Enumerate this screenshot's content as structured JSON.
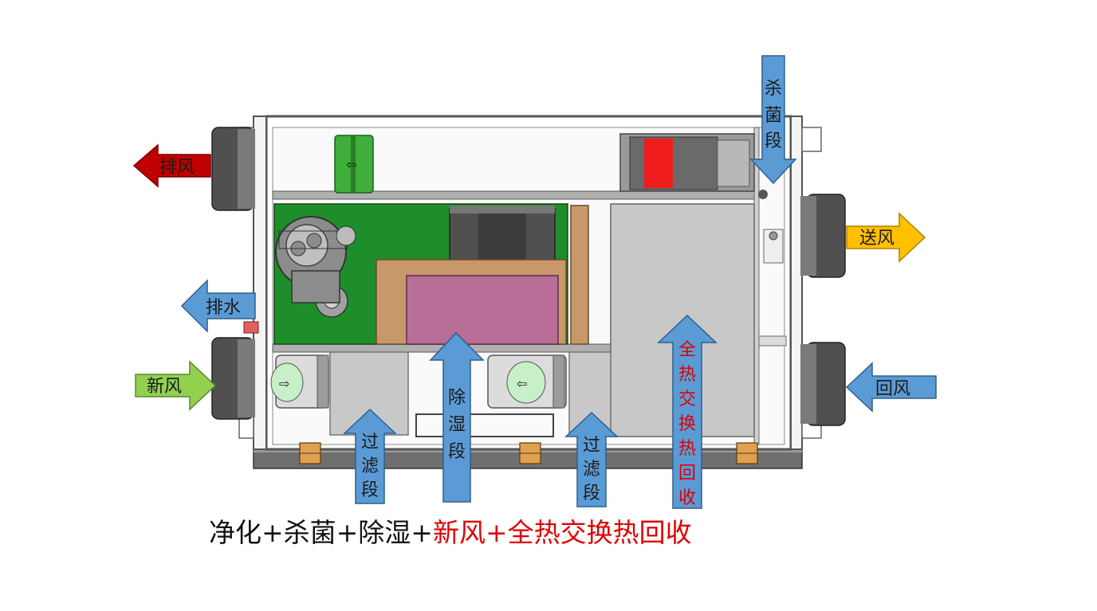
{
  "labels": {
    "exhaust": "排风",
    "drain": "排水",
    "fresh_air": "新风",
    "supply": "送风",
    "return_air": "回风",
    "sterilize": [
      "杀",
      "菌",
      "段"
    ],
    "filter_left": [
      "过",
      "滤",
      "段"
    ],
    "dehumidify": [
      "除",
      "湿",
      "段"
    ],
    "filter_right": [
      "过",
      "滤",
      "段"
    ],
    "heat_recovery": [
      "全",
      "热",
      "交",
      "换",
      "热",
      "回",
      "收"
    ]
  },
  "caption": {
    "part1": "净化+杀菌+除湿+",
    "part2": "新风+全热交换热回收"
  },
  "colors": {
    "exhaust_arrow": "#c00000",
    "fresh_arrow": "#92d050",
    "supply_arrow": "#ffc000",
    "blue_arrow": "#5b9bd5",
    "red_text": "#e00000",
    "panel_green": "#1e8e2a",
    "filter_gray": "#c8c8c8",
    "dehumidifier_pink": "#b86e96"
  },
  "icons": [
    "exhaust-arrow-icon",
    "drain-arrow-icon",
    "fresh-air-arrow-icon",
    "supply-arrow-icon",
    "return-air-arrow-icon"
  ]
}
